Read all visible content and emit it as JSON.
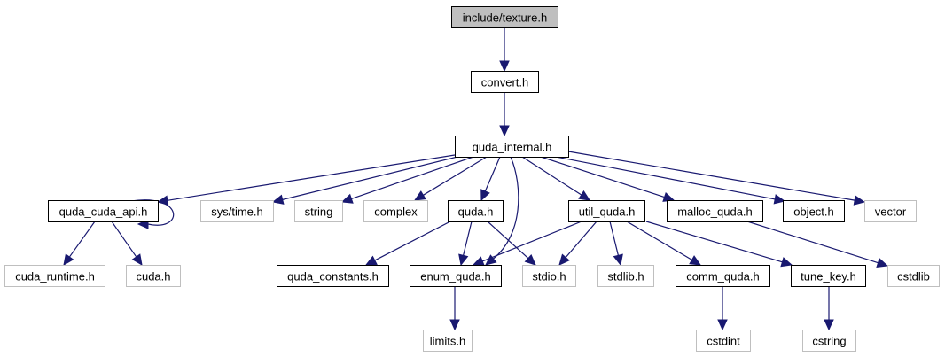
{
  "title": "include/texture.h",
  "colors": {
    "edge": "#191970",
    "root_fill": "#bfbfbf",
    "defined_border": "#000000",
    "external_border": "#bfbfbf"
  },
  "nodes": [
    {
      "id": "texture",
      "label": "include/texture.h",
      "kind": "root"
    },
    {
      "id": "convert",
      "label": "convert.h",
      "kind": "defined"
    },
    {
      "id": "quda_internal",
      "label": "quda_internal.h",
      "kind": "defined"
    },
    {
      "id": "quda_cuda_api",
      "label": "quda_cuda_api.h",
      "kind": "defined"
    },
    {
      "id": "sys_time",
      "label": "sys/time.h",
      "kind": "external"
    },
    {
      "id": "string",
      "label": "string",
      "kind": "external"
    },
    {
      "id": "complex",
      "label": "complex",
      "kind": "external"
    },
    {
      "id": "quda",
      "label": "quda.h",
      "kind": "defined"
    },
    {
      "id": "util_quda",
      "label": "util_quda.h",
      "kind": "defined"
    },
    {
      "id": "malloc_quda",
      "label": "malloc_quda.h",
      "kind": "defined"
    },
    {
      "id": "object",
      "label": "object.h",
      "kind": "defined"
    },
    {
      "id": "vector",
      "label": "vector",
      "kind": "external"
    },
    {
      "id": "cuda_runtime",
      "label": "cuda_runtime.h",
      "kind": "external"
    },
    {
      "id": "cuda",
      "label": "cuda.h",
      "kind": "external"
    },
    {
      "id": "quda_constants",
      "label": "quda_constants.h",
      "kind": "defined"
    },
    {
      "id": "enum_quda",
      "label": "enum_quda.h",
      "kind": "defined"
    },
    {
      "id": "stdio",
      "label": "stdio.h",
      "kind": "external"
    },
    {
      "id": "stdlib",
      "label": "stdlib.h",
      "kind": "external"
    },
    {
      "id": "comm_quda",
      "label": "comm_quda.h",
      "kind": "defined"
    },
    {
      "id": "tune_key",
      "label": "tune_key.h",
      "kind": "defined"
    },
    {
      "id": "cstdlib",
      "label": "cstdlib",
      "kind": "external"
    },
    {
      "id": "limits",
      "label": "limits.h",
      "kind": "external"
    },
    {
      "id": "cstdint",
      "label": "cstdint",
      "kind": "external"
    },
    {
      "id": "cstring",
      "label": "cstring",
      "kind": "external"
    }
  ],
  "edges": [
    {
      "from": "texture",
      "to": "convert"
    },
    {
      "from": "convert",
      "to": "quda_internal"
    },
    {
      "from": "quda_internal",
      "to": "quda_cuda_api"
    },
    {
      "from": "quda_internal",
      "to": "sys_time"
    },
    {
      "from": "quda_internal",
      "to": "string"
    },
    {
      "from": "quda_internal",
      "to": "complex"
    },
    {
      "from": "quda_internal",
      "to": "quda"
    },
    {
      "from": "quda_internal",
      "to": "enum_quda"
    },
    {
      "from": "quda_internal",
      "to": "util_quda"
    },
    {
      "from": "quda_internal",
      "to": "malloc_quda"
    },
    {
      "from": "quda_internal",
      "to": "object"
    },
    {
      "from": "quda_internal",
      "to": "vector"
    },
    {
      "from": "quda_cuda_api",
      "to": "quda_cuda_api"
    },
    {
      "from": "quda_cuda_api",
      "to": "cuda_runtime"
    },
    {
      "from": "quda_cuda_api",
      "to": "cuda"
    },
    {
      "from": "quda",
      "to": "quda_constants"
    },
    {
      "from": "quda",
      "to": "enum_quda"
    },
    {
      "from": "quda",
      "to": "stdio"
    },
    {
      "from": "util_quda",
      "to": "enum_quda"
    },
    {
      "from": "util_quda",
      "to": "stdio"
    },
    {
      "from": "util_quda",
      "to": "stdlib"
    },
    {
      "from": "util_quda",
      "to": "comm_quda"
    },
    {
      "from": "util_quda",
      "to": "tune_key"
    },
    {
      "from": "malloc_quda",
      "to": "cstdlib"
    },
    {
      "from": "enum_quda",
      "to": "limits"
    },
    {
      "from": "comm_quda",
      "to": "cstdint"
    },
    {
      "from": "tune_key",
      "to": "cstring"
    }
  ]
}
